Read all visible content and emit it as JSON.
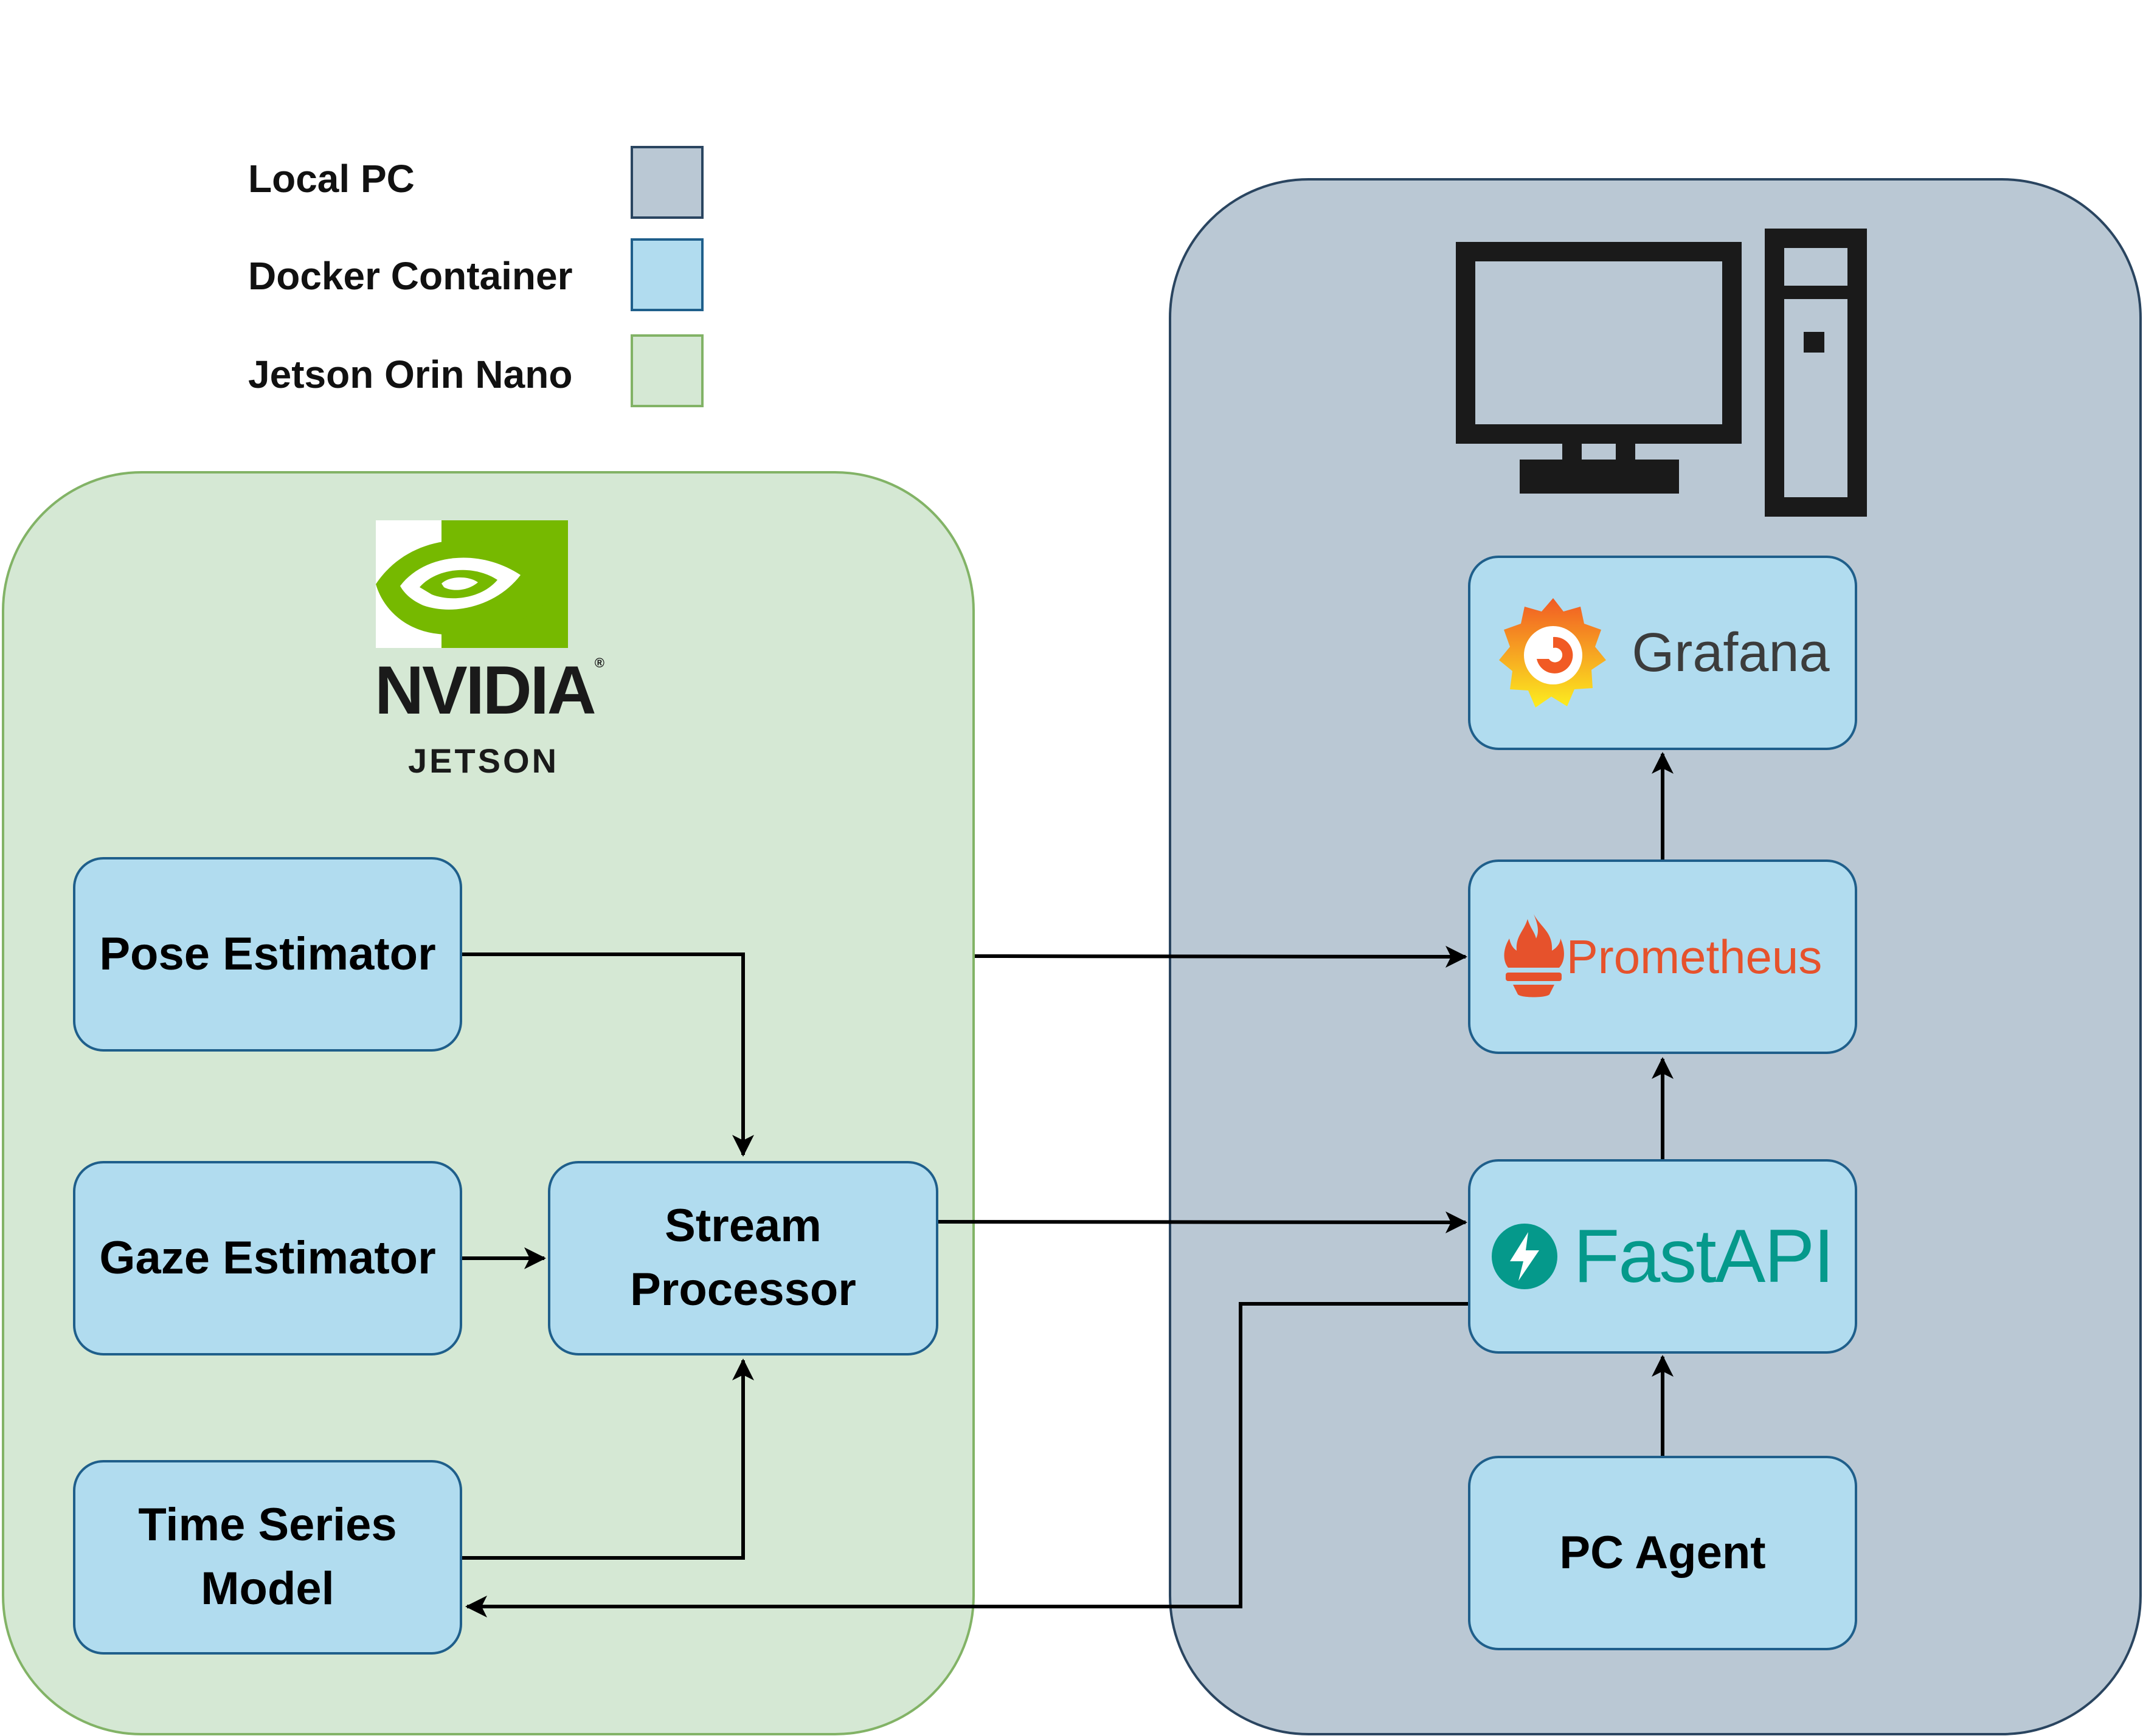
{
  "legend": [
    {
      "label": "Local PC",
      "color": "#bac8d4",
      "border": "#2a4560"
    },
    {
      "label": "Docker Container",
      "color": "#b1dcef",
      "border": "#1f5f8b"
    },
    {
      "label": "Jetson Orin Nano",
      "color": "#d5e8d4",
      "border": "#82b366"
    }
  ],
  "jetson_region": {
    "color": "#d5e8d4",
    "border": "#82b366",
    "logo": {
      "wordmark": "NVIDIA",
      "trademark": "®",
      "sublabel": "JETSON",
      "icon": "nvidia-eye-icon",
      "accent": "#76b900"
    }
  },
  "pc_region": {
    "color": "#bac8d4",
    "border": "#2a4560",
    "icon": "desktop-computer-icon"
  },
  "nodes": {
    "pose_estimator": "Pose Estimator",
    "gaze_estimator": "Gaze Estimator",
    "time_series_model": "Time Series\nModel",
    "stream_processor": "Stream\nProcessor",
    "grafana": {
      "text": "Grafana",
      "icon": "grafana-icon",
      "color": "#3c3c3c",
      "accent": "#f15a24"
    },
    "prometheus": {
      "text": "Prometheus",
      "icon": "prometheus-icon",
      "color": "#e6522c"
    },
    "fastapi": {
      "text": "FastAPI",
      "icon": "fastapi-icon",
      "color": "#05998b"
    },
    "pc_agent": "PC Agent"
  },
  "edges": [
    {
      "from": "Pose Estimator",
      "to": "Stream Processor"
    },
    {
      "from": "Gaze Estimator",
      "to": "Stream Processor"
    },
    {
      "from": "Time Series Model",
      "to": "Stream Processor"
    },
    {
      "from": "Jetson Orin Nano",
      "to": "Prometheus"
    },
    {
      "from": "Stream Processor",
      "to": "FastAPI"
    },
    {
      "from": "FastAPI",
      "to": "Time Series Model"
    },
    {
      "from": "PC Agent",
      "to": "FastAPI"
    },
    {
      "from": "FastAPI",
      "to": "Prometheus"
    },
    {
      "from": "Prometheus",
      "to": "Grafana"
    }
  ]
}
